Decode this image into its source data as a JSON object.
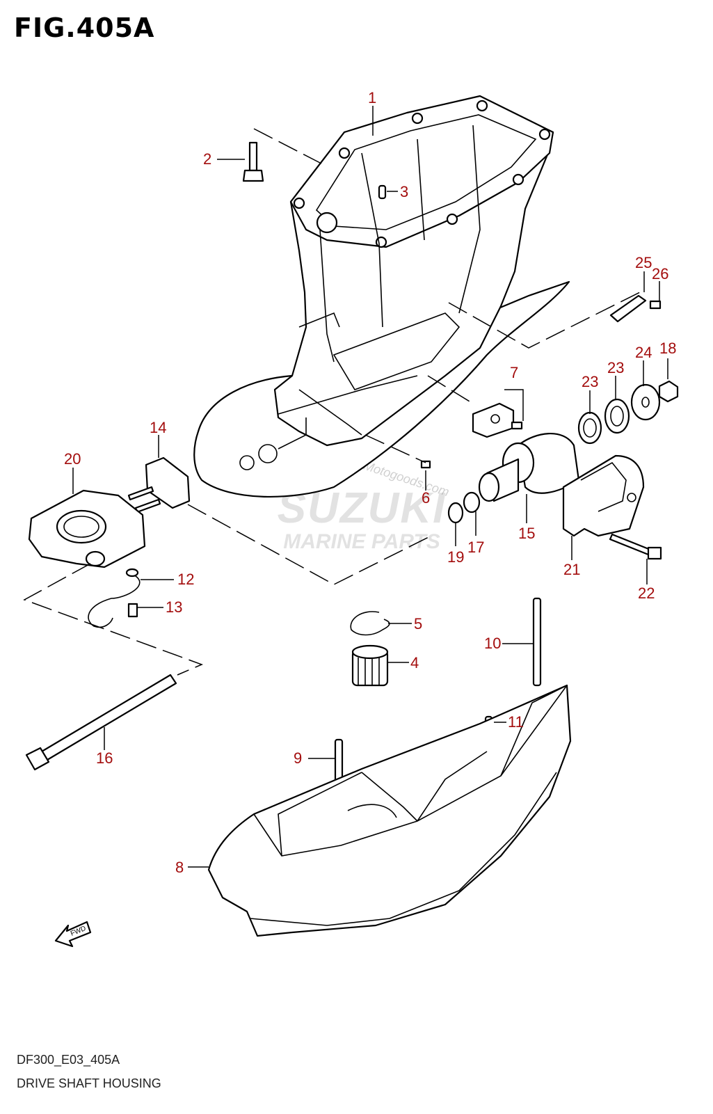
{
  "figure": {
    "title": "FIG.405A",
    "code": "DF300_E03_405A",
    "name": "DRIVE SHAFT HOUSING"
  },
  "watermark": {
    "brand": "SUZUKI",
    "sub": "MARINE PARTS",
    "site": "Motogoods.com"
  },
  "fwd_label": "FWD",
  "callouts": [
    "1",
    "2",
    "3",
    "4",
    "5",
    "6",
    "7",
    "8",
    "9",
    "10",
    "11",
    "12",
    "13",
    "14",
    "15",
    "16",
    "17",
    "18",
    "19",
    "20",
    "21",
    "22",
    "23",
    "23",
    "24",
    "25",
    "26"
  ],
  "colors": {
    "callout": "#a30d0d",
    "line": "#000000"
  }
}
